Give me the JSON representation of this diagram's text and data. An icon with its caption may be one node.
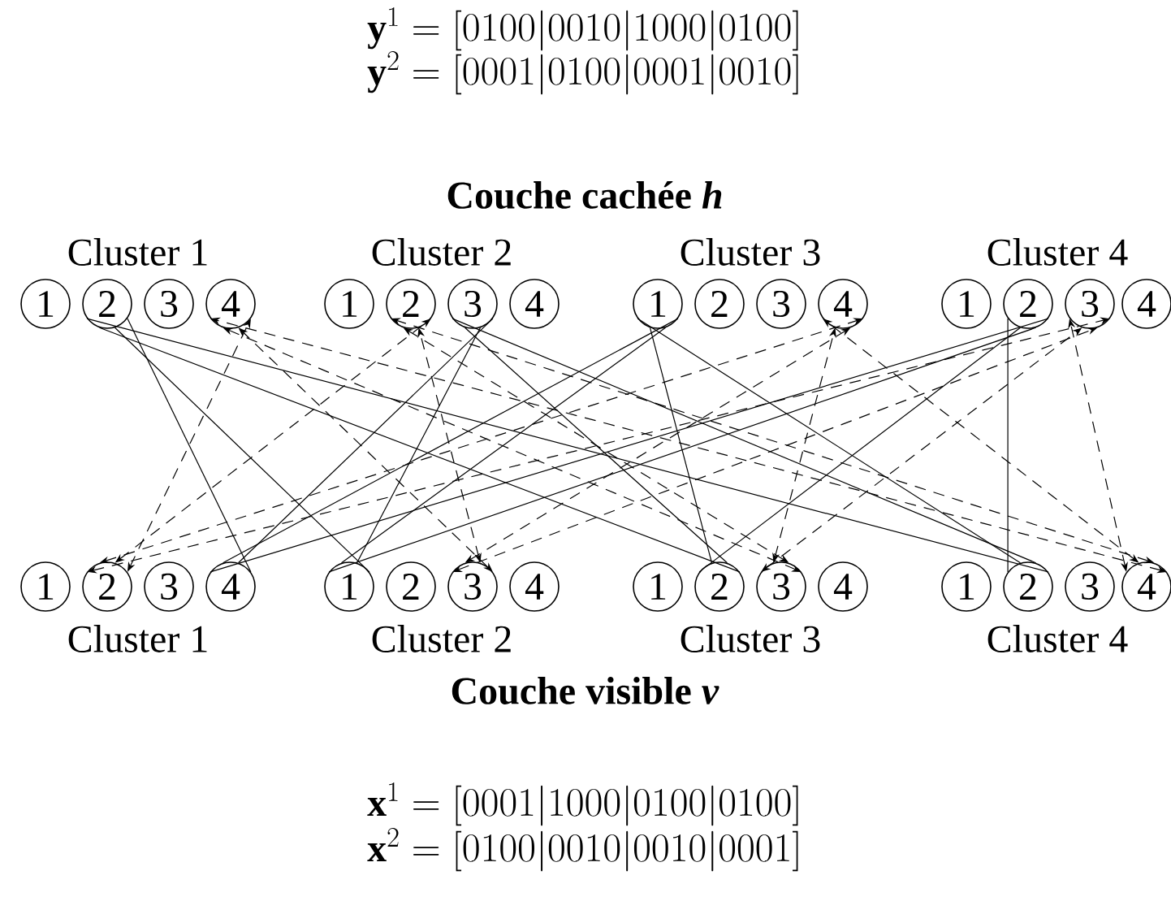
{
  "diagram": {
    "nodes": [
      {
        "text": [
          "1"
        ]
      },
      {
        "text": [
          "2"
        ]
      },
      {
        "text": [
          "3"
        ]
      },
      {
        "text": [
          "4"
        ]
      },
      {
        "text": [
          "1"
        ]
      },
      {
        "text": [
          "2"
        ]
      },
      {
        "text": [
          "3"
        ]
      },
      {
        "text": [
          "4"
        ]
      },
      {
        "text": [
          "1"
        ]
      },
      {
        "text": [
          "2"
        ]
      },
      {
        "text": [
          "3"
        ]
      },
      {
        "text": [
          "4"
        ]
      },
      {
        "text": [
          "1"
        ]
      },
      {
        "text": [
          "2"
        ]
      },
      {
        "text": [
          "3"
        ]
      },
      {
        "text": [
          "4"
        ]
      },
      {
        "text": [
          "1"
        ]
      },
      {
        "text": [
          "2"
        ]
      },
      {
        "text": [
          "3"
        ]
      },
      {
        "text": [
          "4"
        ]
      },
      {
        "text": [
          "1"
        ]
      },
      {
        "text": [
          "2"
        ]
      },
      {
        "text": [
          "3"
        ]
      },
      {
        "text": [
          "4"
        ]
      },
      {
        "text": [
          "1"
        ]
      },
      {
        "text": [
          "2"
        ]
      },
      {
        "text": [
          "3"
        ]
      },
      {
        "text": [
          "4"
        ]
      },
      {
        "text": [
          "1"
        ]
      },
      {
        "text": [
          "2"
        ]
      },
      {
        "text": [
          "3"
        ]
      },
      {
        "text": [
          "4"
        ]
      }
    ],
    "edges": [
      {
        "from": 19,
        "to": 1,
        "arrow": "none"
      },
      {
        "from": 19,
        "to": 6,
        "arrow": "none"
      },
      {
        "from": 19,
        "to": 8,
        "arrow": "none"
      },
      {
        "from": 19,
        "to": 13,
        "arrow": "none"
      },
      {
        "from": 20,
        "to": 1,
        "arrow": "none"
      },
      {
        "from": 20,
        "to": 6,
        "arrow": "none"
      },
      {
        "from": 20,
        "to": 8,
        "arrow": "none"
      },
      {
        "from": 20,
        "to": 13,
        "arrow": "none"
      },
      {
        "from": 25,
        "to": 1,
        "arrow": "none"
      },
      {
        "from": 25,
        "to": 6,
        "arrow": "none"
      },
      {
        "from": 25,
        "to": 8,
        "arrow": "none"
      },
      {
        "from": 25,
        "to": 13,
        "arrow": "none"
      },
      {
        "from": 29,
        "to": 1,
        "arrow": "none"
      },
      {
        "from": 29,
        "to": 6,
        "arrow": "none"
      },
      {
        "from": 29,
        "to": 8,
        "arrow": "none"
      },
      {
        "from": 29,
        "to": 13,
        "arrow": "none"
      },
      {
        "from": 17,
        "to": 3,
        "arrow": "both",
        "style": "dashed"
      },
      {
        "from": 17,
        "to": 5,
        "arrow": "both",
        "style": "dashed"
      },
      {
        "from": 17,
        "to": 11,
        "arrow": "both",
        "style": "dashed"
      },
      {
        "from": 17,
        "to": 14,
        "arrow": "both",
        "style": "dashed"
      },
      {
        "from": 22,
        "to": 3,
        "arrow": "both",
        "style": "dashed"
      },
      {
        "from": 22,
        "to": 5,
        "arrow": "both",
        "style": "dashed"
      },
      {
        "from": 22,
        "to": 11,
        "arrow": "both",
        "style": "dashed"
      },
      {
        "from": 22,
        "to": 14,
        "arrow": "both",
        "style": "dashed"
      },
      {
        "from": 26,
        "to": 3,
        "arrow": "both",
        "style": "dashed"
      },
      {
        "from": 26,
        "to": 5,
        "arrow": "both",
        "style": "dashed"
      },
      {
        "from": 26,
        "to": 11,
        "arrow": "both",
        "style": "dashed"
      },
      {
        "from": 26,
        "to": 14,
        "arrow": "both",
        "style": "dashed"
      },
      {
        "from": 31,
        "to": 3,
        "arrow": "both",
        "style": "dashed"
      },
      {
        "from": 31,
        "to": 5,
        "arrow": "both",
        "style": "dashed"
      },
      {
        "from": 31,
        "to": 11,
        "arrow": "both",
        "style": "dashed"
      },
      {
        "from": 31,
        "to": 14,
        "arrow": "both",
        "style": "dashed"
      }
    ],
    "labels": [
      "\\mathbf{y}^1 = [0100|0010|1000|0100]",
      "\\mathbf{y}^2 = [0001|0100|0001|0010]",
      "Couche cachée *h*",
      "Cluster 1",
      "Cluster 2",
      "Cluster 3",
      "Cluster 4",
      "Cluster 1",
      "Cluster 2",
      "Cluster 3",
      "Cluster 4",
      "Couche visible *v*",
      "\\mathbf{x}^1 = [0001|1000|0100|0100]",
      "\\mathbf{x}^2 = [0100|0010|0010|0001]"
    ]
  }
}
